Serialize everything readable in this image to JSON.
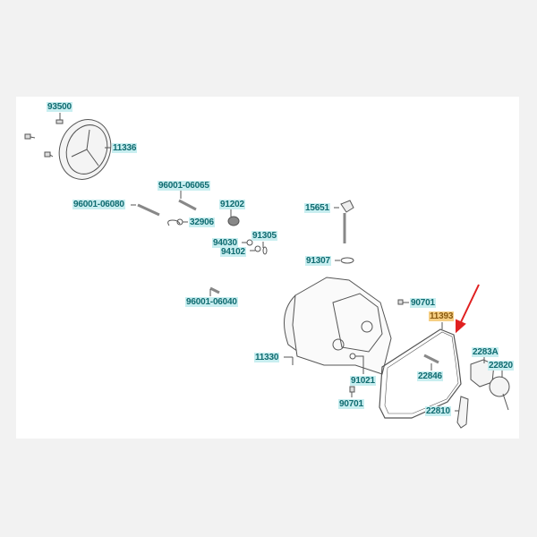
{
  "diagram": {
    "part_labels": {
      "p93500": "93500",
      "p11336": "11336",
      "p96001_06065": "96001-06065",
      "p96001_06080": "96001-06080",
      "p91202": "91202",
      "p32906": "32906",
      "p91305": "91305",
      "p94030": "94030",
      "p94102": "94102",
      "p15651": "15651",
      "p91307": "91307",
      "p96001_06040": "96001-06040",
      "p90701_top": "90701",
      "p11393": "11393",
      "p11330": "11330",
      "p91021": "91021",
      "p22846": "22846",
      "p2283A": "2283A",
      "p22820": "22820",
      "p90701_bottom": "90701",
      "p22810": "22810"
    },
    "highlighted_part": "11393",
    "colors": {
      "label_bg": "#c8eef0",
      "label_text": "#0f6b70",
      "highlight_bg": "#f6cf84",
      "arrow": "#e02020"
    }
  }
}
